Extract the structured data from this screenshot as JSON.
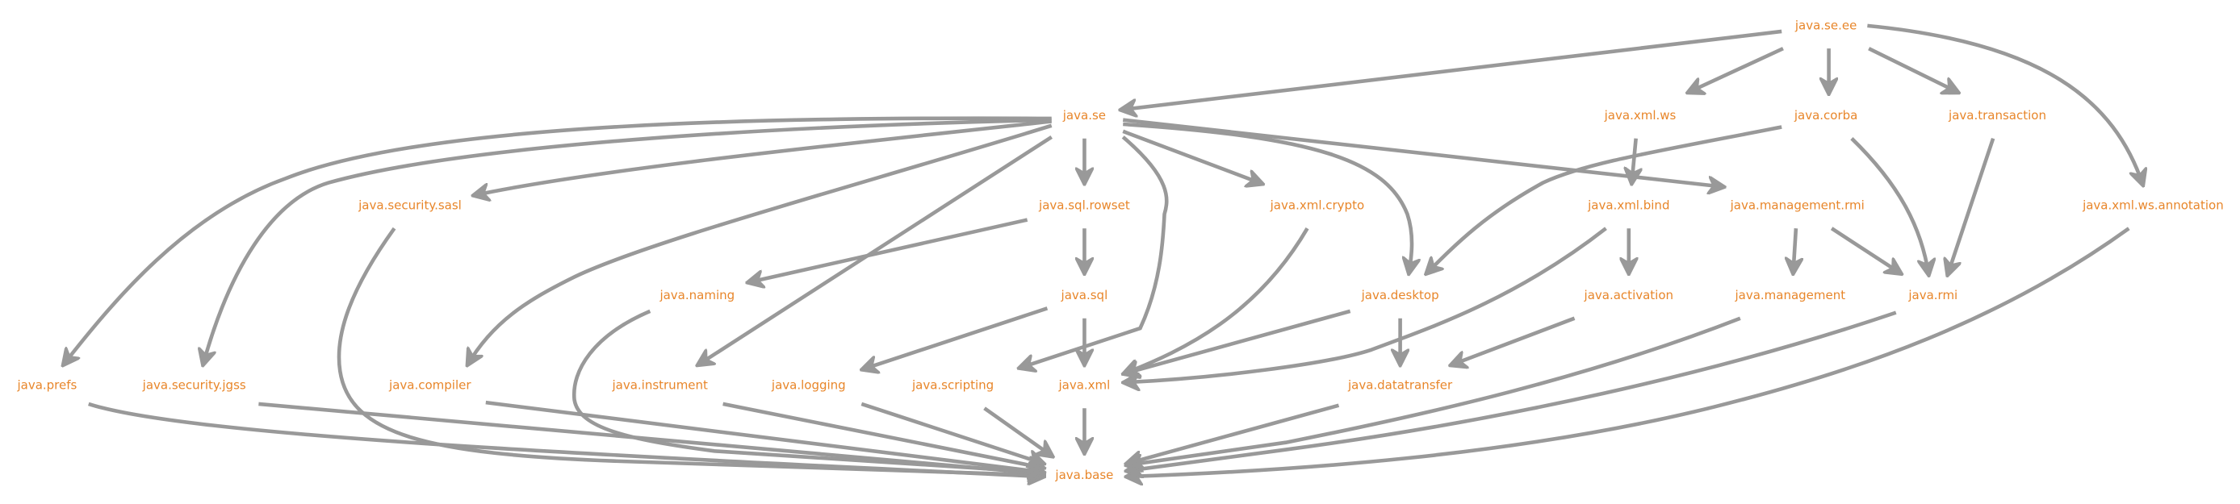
{
  "diagram": {
    "type": "module-dependency-graph",
    "colors": {
      "node_text": "#e8862a",
      "edge": "#999999",
      "background": "#ffffff"
    },
    "nodes": [
      {
        "id": "java.se.ee",
        "label": "java.se.ee"
      },
      {
        "id": "java.se",
        "label": "java.se"
      },
      {
        "id": "java.xml.ws",
        "label": "java.xml.ws"
      },
      {
        "id": "java.corba",
        "label": "java.corba"
      },
      {
        "id": "java.transaction",
        "label": "java.transaction"
      },
      {
        "id": "java.security.sasl",
        "label": "java.security.sasl"
      },
      {
        "id": "java.sql.rowset",
        "label": "java.sql.rowset"
      },
      {
        "id": "java.xml.crypto",
        "label": "java.xml.crypto"
      },
      {
        "id": "java.xml.bind",
        "label": "java.xml.bind"
      },
      {
        "id": "java.management.rmi",
        "label": "java.management.rmi"
      },
      {
        "id": "java.xml.ws.annotation",
        "label": "java.xml.ws.annotation"
      },
      {
        "id": "java.naming",
        "label": "java.naming"
      },
      {
        "id": "java.sql",
        "label": "java.sql"
      },
      {
        "id": "java.desktop",
        "label": "java.desktop"
      },
      {
        "id": "java.activation",
        "label": "java.activation"
      },
      {
        "id": "java.management",
        "label": "java.management"
      },
      {
        "id": "java.rmi",
        "label": "java.rmi"
      },
      {
        "id": "java.prefs",
        "label": "java.prefs"
      },
      {
        "id": "java.security.jgss",
        "label": "java.security.jgss"
      },
      {
        "id": "java.compiler",
        "label": "java.compiler"
      },
      {
        "id": "java.instrument",
        "label": "java.instrument"
      },
      {
        "id": "java.logging",
        "label": "java.logging"
      },
      {
        "id": "java.scripting",
        "label": "java.scripting"
      },
      {
        "id": "java.xml",
        "label": "java.xml"
      },
      {
        "id": "java.datatransfer",
        "label": "java.datatransfer"
      },
      {
        "id": "java.base",
        "label": "java.base"
      }
    ],
    "edges": [
      {
        "from": "java.se.ee",
        "to": "java.se"
      },
      {
        "from": "java.se.ee",
        "to": "java.xml.ws"
      },
      {
        "from": "java.se.ee",
        "to": "java.corba"
      },
      {
        "from": "java.se.ee",
        "to": "java.transaction"
      },
      {
        "from": "java.se.ee",
        "to": "java.xml.ws.annotation"
      },
      {
        "from": "java.se",
        "to": "java.prefs"
      },
      {
        "from": "java.se",
        "to": "java.security.jgss"
      },
      {
        "from": "java.se",
        "to": "java.security.sasl"
      },
      {
        "from": "java.se",
        "to": "java.compiler"
      },
      {
        "from": "java.se",
        "to": "java.instrument"
      },
      {
        "from": "java.se",
        "to": "java.sql.rowset"
      },
      {
        "from": "java.se",
        "to": "java.scripting"
      },
      {
        "from": "java.se",
        "to": "java.xml.crypto"
      },
      {
        "from": "java.se",
        "to": "java.desktop"
      },
      {
        "from": "java.se",
        "to": "java.management.rmi"
      },
      {
        "from": "java.xml.ws",
        "to": "java.xml.bind"
      },
      {
        "from": "java.corba",
        "to": "java.desktop"
      },
      {
        "from": "java.corba",
        "to": "java.rmi"
      },
      {
        "from": "java.transaction",
        "to": "java.rmi"
      },
      {
        "from": "java.security.sasl",
        "to": "java.base"
      },
      {
        "from": "java.sql.rowset",
        "to": "java.naming"
      },
      {
        "from": "java.sql.rowset",
        "to": "java.sql"
      },
      {
        "from": "java.xml.crypto",
        "to": "java.xml"
      },
      {
        "from": "java.xml.bind",
        "to": "java.activation"
      },
      {
        "from": "java.xml.bind",
        "to": "java.xml"
      },
      {
        "from": "java.management.rmi",
        "to": "java.management"
      },
      {
        "from": "java.management.rmi",
        "to": "java.rmi"
      },
      {
        "from": "java.xml.ws.annotation",
        "to": "java.base"
      },
      {
        "from": "java.naming",
        "to": "java.base"
      },
      {
        "from": "java.sql",
        "to": "java.logging"
      },
      {
        "from": "java.sql",
        "to": "java.xml"
      },
      {
        "from": "java.desktop",
        "to": "java.xml"
      },
      {
        "from": "java.desktop",
        "to": "java.datatransfer"
      },
      {
        "from": "java.activation",
        "to": "java.datatransfer"
      },
      {
        "from": "java.management",
        "to": "java.base"
      },
      {
        "from": "java.rmi",
        "to": "java.base"
      },
      {
        "from": "java.prefs",
        "to": "java.base"
      },
      {
        "from": "java.security.jgss",
        "to": "java.base"
      },
      {
        "from": "java.compiler",
        "to": "java.base"
      },
      {
        "from": "java.instrument",
        "to": "java.base"
      },
      {
        "from": "java.logging",
        "to": "java.base"
      },
      {
        "from": "java.scripting",
        "to": "java.base"
      },
      {
        "from": "java.xml",
        "to": "java.base"
      },
      {
        "from": "java.datatransfer",
        "to": "java.base"
      }
    ]
  }
}
